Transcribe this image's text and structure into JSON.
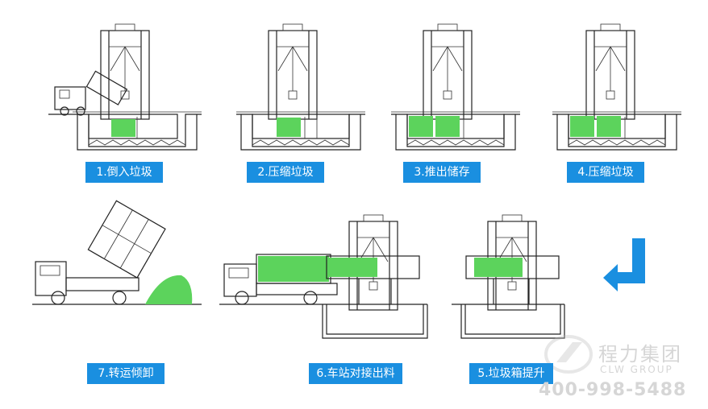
{
  "steps": [
    {
      "id": "s1",
      "label": "1.倒入垃圾"
    },
    {
      "id": "s2",
      "label": "2.压缩垃圾"
    },
    {
      "id": "s3",
      "label": "3.推出储存"
    },
    {
      "id": "s4",
      "label": "4.压缩垃圾"
    },
    {
      "id": "s5",
      "label": "5.垃圾箱提升"
    },
    {
      "id": "s6",
      "label": "6.车站对接出料"
    },
    {
      "id": "s7",
      "label": "7.转运倾卸"
    }
  ],
  "watermark": {
    "company_cn": "程力集团",
    "company_en": "CLW GROUP",
    "phone": "400-998-5488"
  },
  "colors": {
    "accent": "#1a8fe0",
    "garbage": "#5cd35c",
    "arrow": "#1a8fe0"
  }
}
